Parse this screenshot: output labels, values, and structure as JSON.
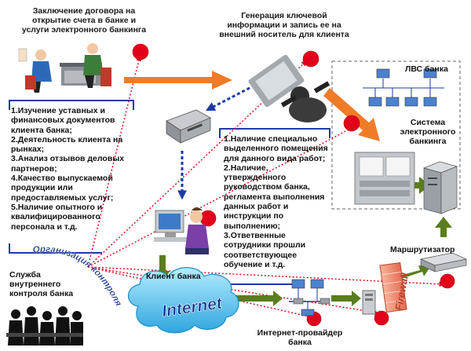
{
  "titles": {
    "contract": [
      "Заключение договора на",
      "открытие счета в банке и",
      "услуги электронного банкинга"
    ],
    "keygen": [
      "Генерация ключевой",
      "информации и запись ее на",
      "внешний носитель для клиента"
    ]
  },
  "labels": {
    "lan": "ЛВС банка",
    "system": [
      "Система",
      "электронного",
      "банкинга"
    ],
    "router": "Маршрутизатор",
    "client": "Клиент банка",
    "internal_control": [
      "Служба",
      "внутреннего",
      "контроля банка"
    ],
    "provider": [
      "Интернет-провайдер",
      "банка"
    ],
    "internet": "Internet",
    "firewall": "Firewall",
    "org_control": "Организация контроля"
  },
  "left_list": [
    "1.Изучение уставных и",
    "финансовых документов",
    "клиента банка;",
    "2.Деятельность клиента на",
    "рынках;",
    "3.Анализ отзывов деловых",
    "партнеров;",
    "4.Качество выпускаемой",
    "продукции или",
    "предоставляемых услуг;",
    "5.Наличие опытного и",
    "квалифицированного",
    "персонала и т.д."
  ],
  "mid_list": [
    "1.Наличие специально",
    "выделенного помещения",
    "для данного вида работ;",
    "2.Наличие,",
    "утвержденного",
    "руководством банка,",
    "регламента выполнения",
    "данных работ и",
    "инструкции по",
    "выполнению;",
    "3.Ответвенные",
    "сотрудники прошли",
    "соответствующее",
    "обучение и т.д."
  ],
  "colors": {
    "orange": "#f07c28",
    "red": "#e3001b",
    "blue": "#1e3aa8",
    "navy": "#0a2a8a",
    "green": "#5a7d1e",
    "cloud": "#58c4ec"
  }
}
